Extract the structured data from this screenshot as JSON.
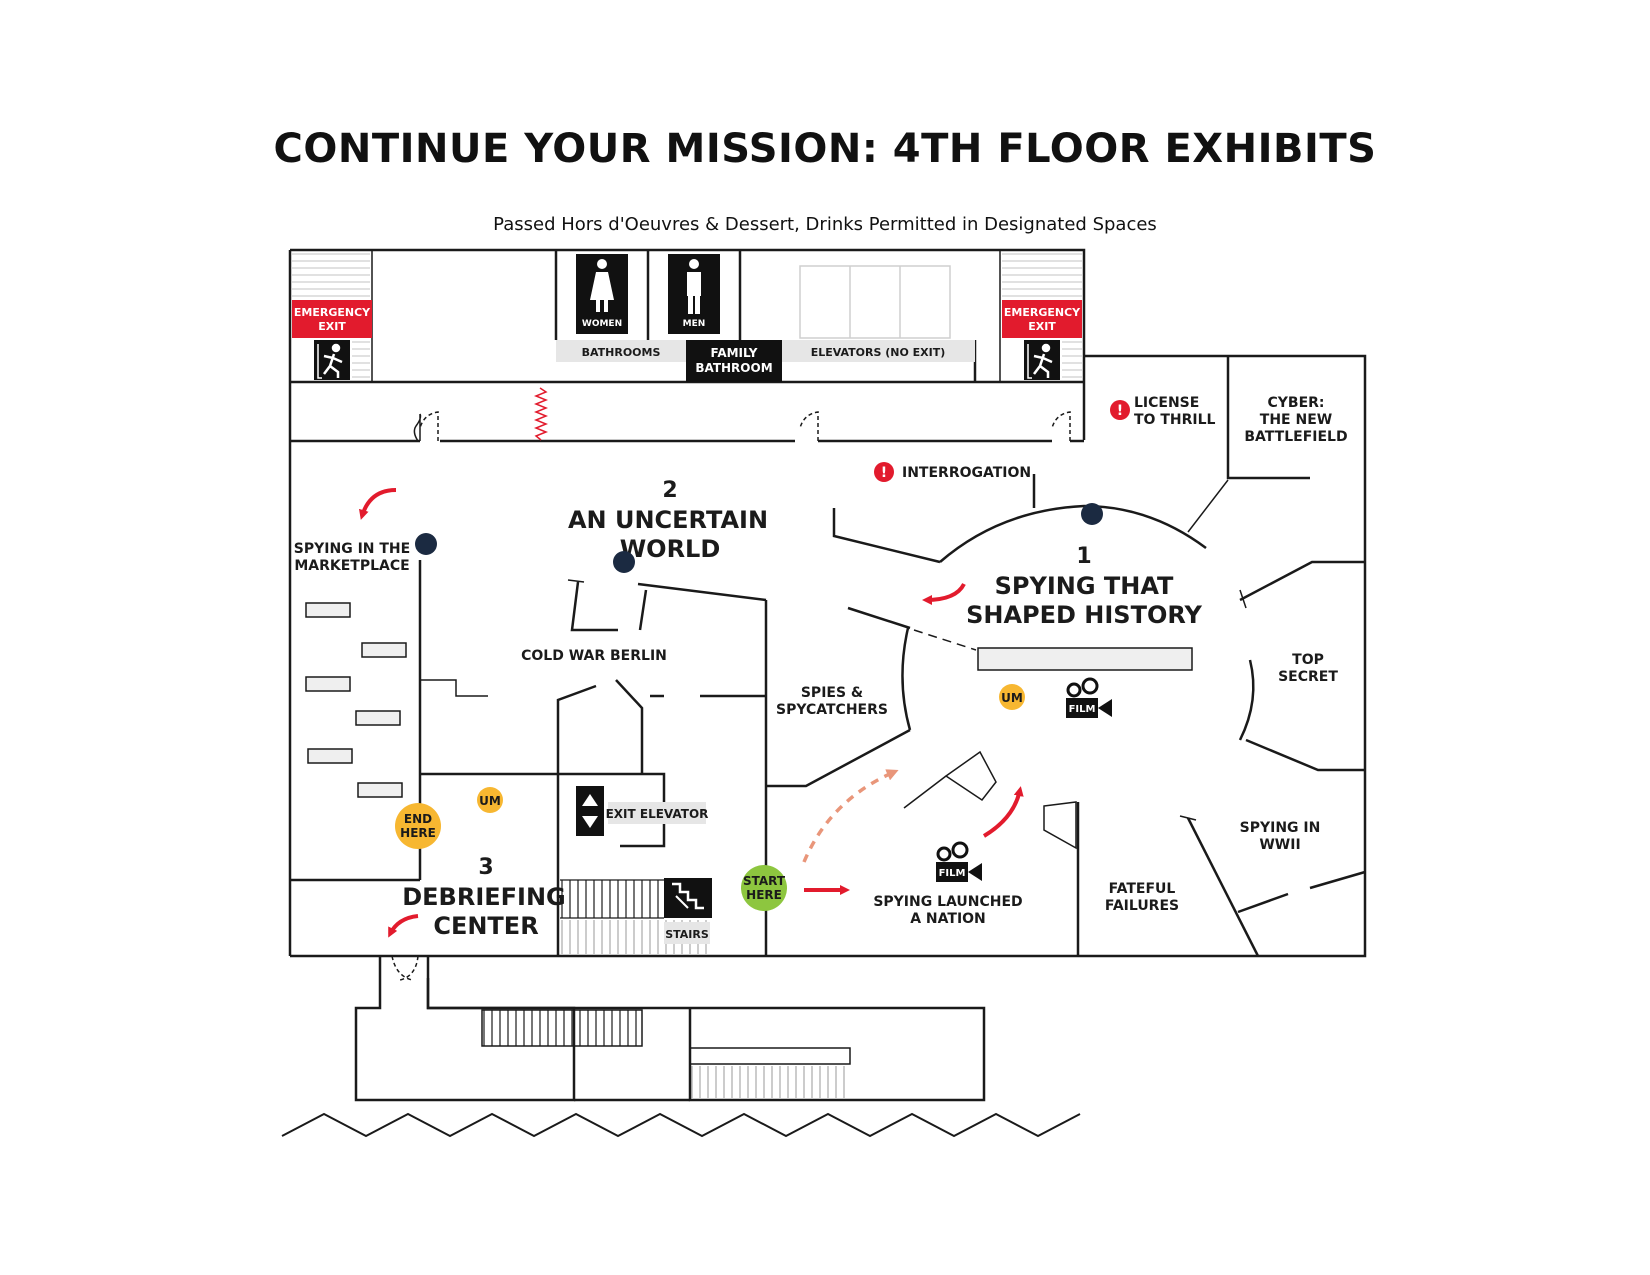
{
  "title": "CONTINUE YOUR MISSION: 4TH FLOOR EXHIBITS",
  "subtitle": "Passed Hors d'Oeuvres & Dessert, Drinks Permitted in Designated Spaces",
  "colors": {
    "red": "#e21b2d",
    "green": "#8dc63f",
    "yellow": "#f7b731",
    "navy": "#1b2a41",
    "salmon": "#e9967a"
  },
  "signs": {
    "emergency_exit_left": [
      "EMERGENCY",
      "EXIT"
    ],
    "emergency_exit_right": [
      "EMERGENCY",
      "EXIT"
    ],
    "women": "WOMEN",
    "men": "MEN",
    "bathrooms": "BATHROOMS",
    "family_bathroom": [
      "FAMILY",
      "BATHROOM"
    ],
    "elevators": "ELEVATORS (NO EXIT)",
    "exit_elevator": "EXIT ELEVATOR",
    "stairs": "STAIRS",
    "film_1": "FILM",
    "film_2": "FILM",
    "um_1": "UM",
    "um_2": "UM",
    "start_here": [
      "START",
      "HERE"
    ],
    "end_here": [
      "END",
      "HERE"
    ]
  },
  "galleries": {
    "license_to_thrill": [
      "LICENSE",
      "TO THRILL"
    ],
    "cyber": [
      "CYBER:",
      "THE NEW",
      "BATTLEFIELD"
    ],
    "interrogation": "INTERROGATION",
    "spying_in_the_marketplace": [
      "SPYING IN THE",
      "MARKETPLACE"
    ],
    "cold_war_berlin": "COLD WAR BERLIN",
    "spies_spycatchers": [
      "SPIES &",
      "SPYCATCHERS"
    ],
    "top_secret": [
      "TOP",
      "SECRET"
    ],
    "spying_in_wwii": [
      "SPYING IN",
      "WWII"
    ],
    "fateful_failures": [
      "FATEFUL",
      "FAILURES"
    ],
    "spying_launched_a_nation": [
      "SPYING LAUNCHED",
      "A NATION"
    ]
  },
  "exhibits": [
    {
      "number": "1",
      "name": [
        "SPYING THAT",
        "SHAPED HISTORY"
      ]
    },
    {
      "number": "2",
      "name": [
        "AN UNCERTAIN",
        "WORLD"
      ]
    },
    {
      "number": "3",
      "name": [
        "DEBRIEFING",
        "CENTER"
      ]
    }
  ]
}
